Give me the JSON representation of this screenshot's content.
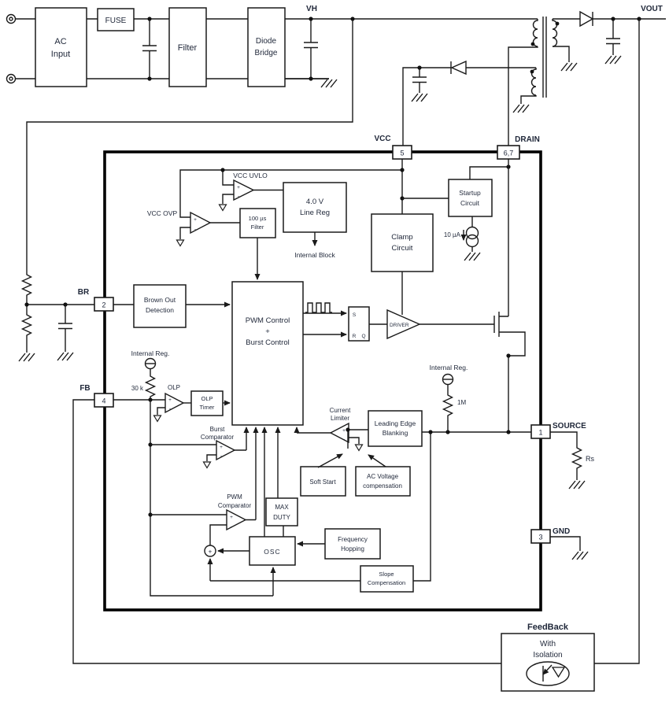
{
  "colors": {
    "background": "#ffffff",
    "line": "#1a1a1a",
    "text": "#1e2638"
  },
  "outer": {
    "ac_input_line1": "AC",
    "ac_input_line2": "Input",
    "fuse": "FUSE",
    "filter": "Filter",
    "diode_bridge_line1": "Diode",
    "diode_bridge_line2": "Bridge",
    "vh": "VH",
    "vout": "VOUT",
    "rs": "Rs",
    "feedback_title": "FeedBack",
    "feedback_line1": "With",
    "feedback_line2": "Isolation"
  },
  "pins": {
    "vcc_label": "VCC",
    "vcc_num": "5",
    "drain_label": "DRAIN",
    "drain_num": "6,7",
    "br_label": "BR",
    "br_num": "2",
    "fb_label": "FB",
    "fb_num": "4",
    "source_label": "SOURCE",
    "source_num": "1",
    "gnd_label": "GND",
    "gnd_num": "3"
  },
  "ic": {
    "vcc_uvlo": "VCC UVLO",
    "vcc_ovp": "VCC OVP",
    "filter100_line1": "100 µs",
    "filter100_line2": "Filter",
    "linereg_line1": "4.0 V",
    "linereg_line2": "Line Reg",
    "internal_block": "Internal Block",
    "startup_line1": "Startup",
    "startup_line2": "Circuit",
    "i10ua": "10 µA",
    "clamp_line1": "Clamp",
    "clamp_line2": "Circuit",
    "brownout_line1": "Brown Out",
    "brownout_line2": "Detection",
    "pwm_line1": "PWM Control",
    "pwm_line2": "+",
    "pwm_line3": "Burst Control",
    "ff_s": "S",
    "ff_r": "R",
    "ff_q": "Q",
    "driver": "DRIVER",
    "internal_reg_fb": "Internal Reg.",
    "r30k": "30 k",
    "olp": "OLP",
    "olptimer_line1": "OLP",
    "olptimer_line2": "Timer",
    "burst_line1": "Burst",
    "burst_line2": "Comparator",
    "pwmcomp_line1": "PWM",
    "pwmcomp_line2": "Comparator",
    "maxduty_line1": "MAX",
    "maxduty_line2": "DUTY",
    "osc": "OSC",
    "freqhop_line1": "Frequency",
    "freqhop_line2": "Hopping",
    "slope_line1": "Slope",
    "slope_line2": "Compensation",
    "limiter_line1": "Current",
    "limiter_line2": "Limiter",
    "leb_line1": "Leading Edge",
    "leb_line2": "Blanking",
    "softstart": "Soft Start",
    "acvcomp_line1": "AC Voltage",
    "acvcomp_line2": "compensation",
    "internal_reg_src": "Internal Reg.",
    "r1m": "1M",
    "sum_plus": "+"
  }
}
